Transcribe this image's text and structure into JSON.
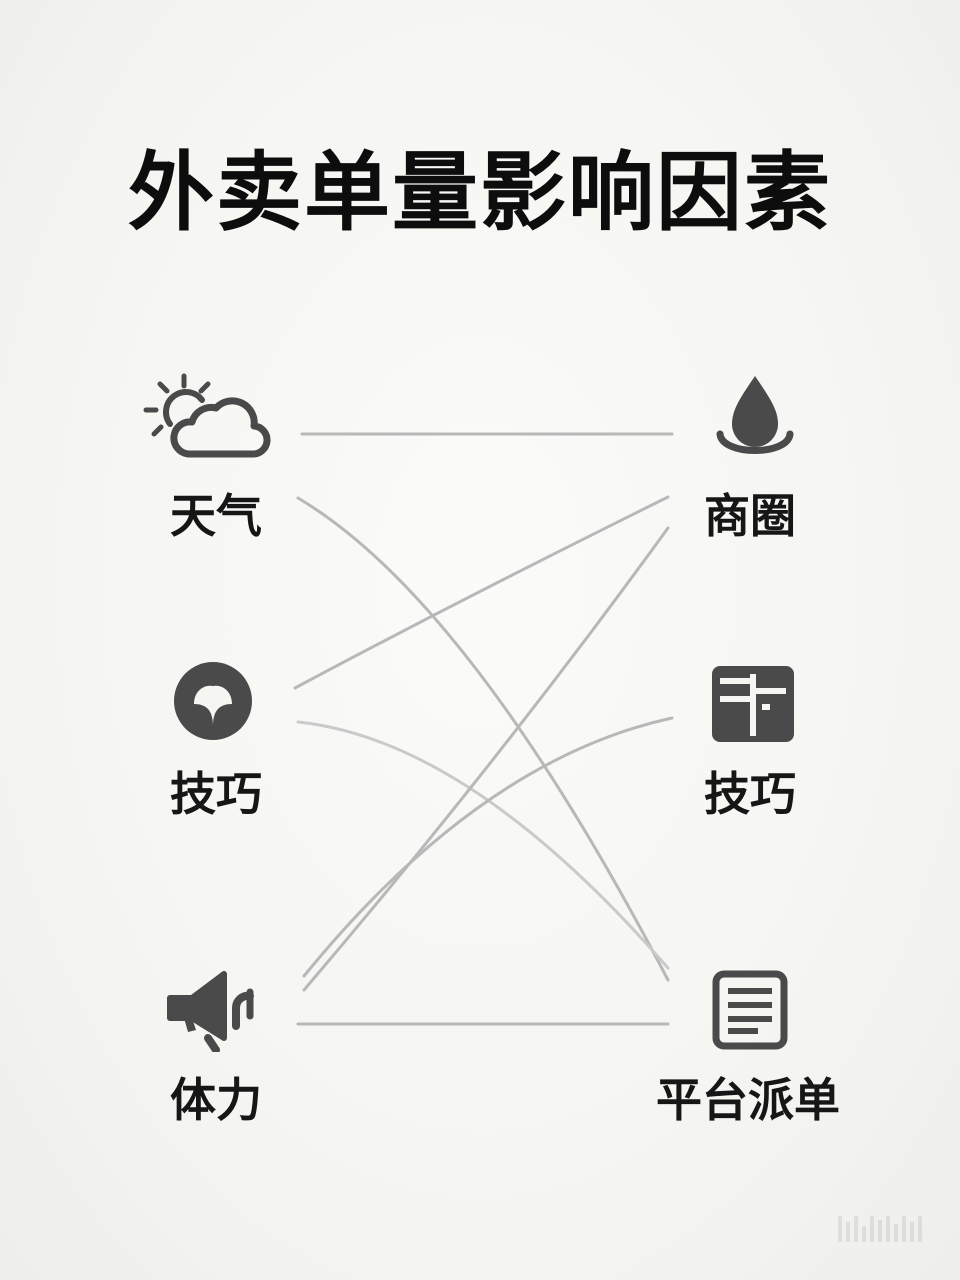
{
  "title": "外卖单量影响因素",
  "left_nodes": [
    {
      "label": "天气",
      "icon": "sun-cloud-icon"
    },
    {
      "label": "技巧",
      "icon": "leaf-circle-icon"
    },
    {
      "label": "体力",
      "icon": "megaphone-icon"
    }
  ],
  "right_nodes": [
    {
      "label": "商圈",
      "icon": "water-drop-icon"
    },
    {
      "label": "技巧",
      "icon": "grid-panel-icon"
    },
    {
      "label": "平台派单",
      "icon": "document-icon"
    }
  ],
  "connections": [
    {
      "from": "天气",
      "to": "商圈"
    },
    {
      "from": "天气",
      "to": "平台派单"
    },
    {
      "from": "技巧",
      "to": "商圈"
    },
    {
      "from": "技巧",
      "to": "平台派单"
    },
    {
      "from": "体力",
      "to": "商圈"
    },
    {
      "from": "体力",
      "to": "技巧"
    },
    {
      "from": "体力",
      "to": "平台派单"
    }
  ],
  "colors": {
    "icon": "#4a4a4a",
    "line": "#b4b4b4",
    "text": "#161616",
    "background": "#f6f6f3"
  }
}
